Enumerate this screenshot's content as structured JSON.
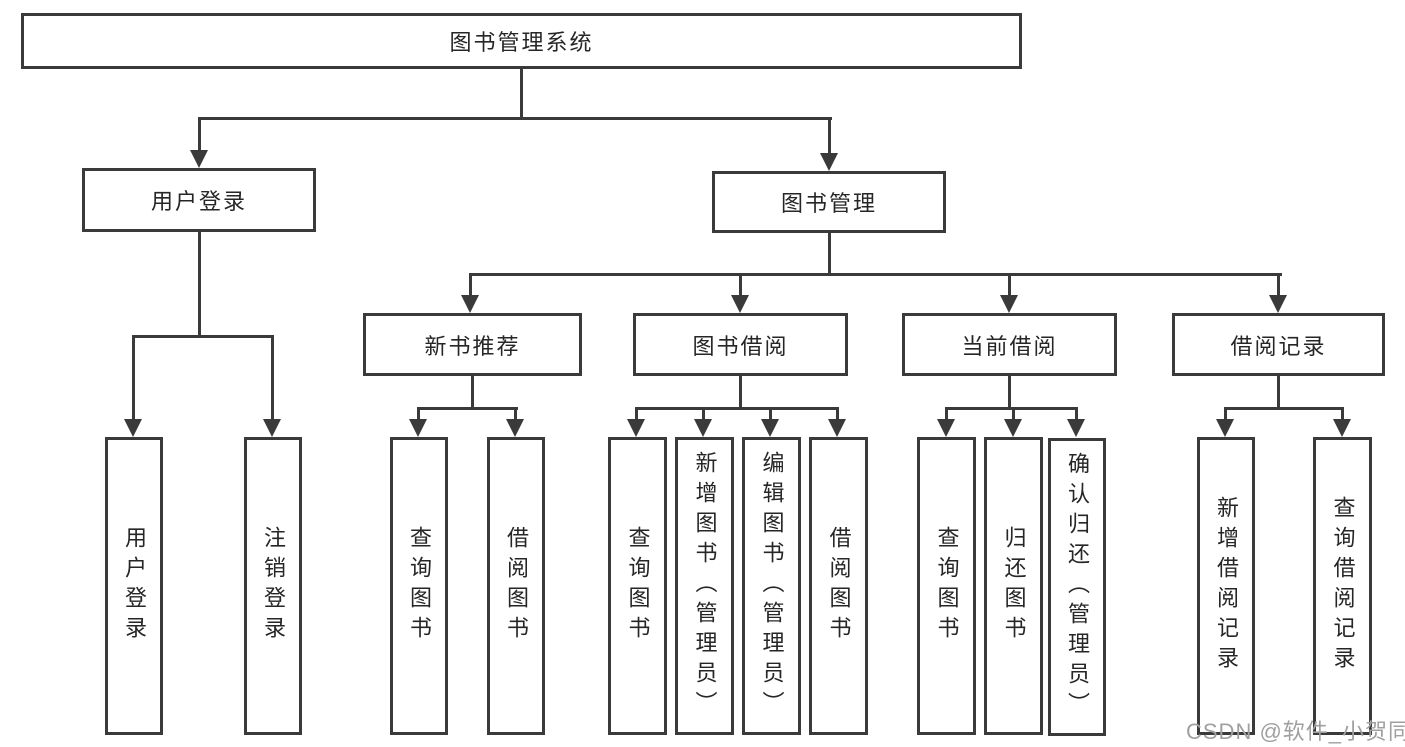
{
  "tree": {
    "root": "图书管理系统",
    "login": {
      "label": "用户登录",
      "children": [
        "用户登录",
        "注销登录"
      ]
    },
    "mgmt": {
      "label": "图书管理",
      "sections": [
        {
          "label": "新书推荐",
          "children": [
            "查询图书",
            "借阅图书"
          ]
        },
        {
          "label": "图书借阅",
          "children": [
            "查询图书",
            "新增图书（管理员）",
            "编辑图书（管理员）",
            "借阅图书"
          ]
        },
        {
          "label": "当前借阅",
          "children": [
            "查询图书",
            "归还图书",
            "确认归还（管理员）"
          ]
        },
        {
          "label": "借阅记录",
          "children": [
            "新增借阅记录",
            "查询借阅记录"
          ]
        }
      ]
    }
  },
  "watermark": "CSDN @软件_小贺同学",
  "colors": {
    "line": "#3a3a3a",
    "text": "#262626",
    "watermark": "#a0a0a0"
  }
}
